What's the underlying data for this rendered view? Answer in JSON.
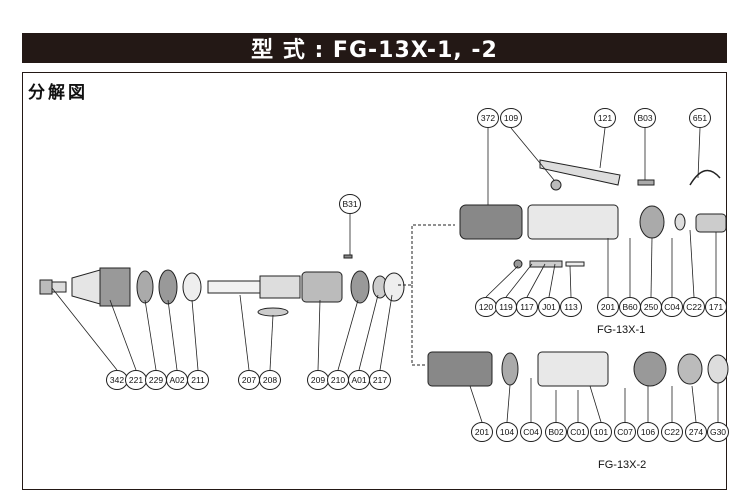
{
  "header": {
    "title": "型 式 : FG-13X-1, -2"
  },
  "section": {
    "label": "分解図"
  },
  "assemblies": [
    {
      "name": "FG-13X-1"
    },
    {
      "name": "FG-13X-2"
    }
  ],
  "callouts": [
    "342",
    "221",
    "229",
    "A02",
    "211",
    "207",
    "208",
    "209",
    "210",
    "A01",
    "217",
    "B31",
    "372",
    "109",
    "121",
    "B03",
    "651",
    "120",
    "119",
    "117",
    "J01",
    "113",
    "201",
    "B60",
    "250",
    "C04",
    "C22",
    "171",
    "201",
    "104",
    "C04",
    "B02",
    "C01",
    "101",
    "C07",
    "106",
    "C22",
    "274",
    "G30"
  ]
}
